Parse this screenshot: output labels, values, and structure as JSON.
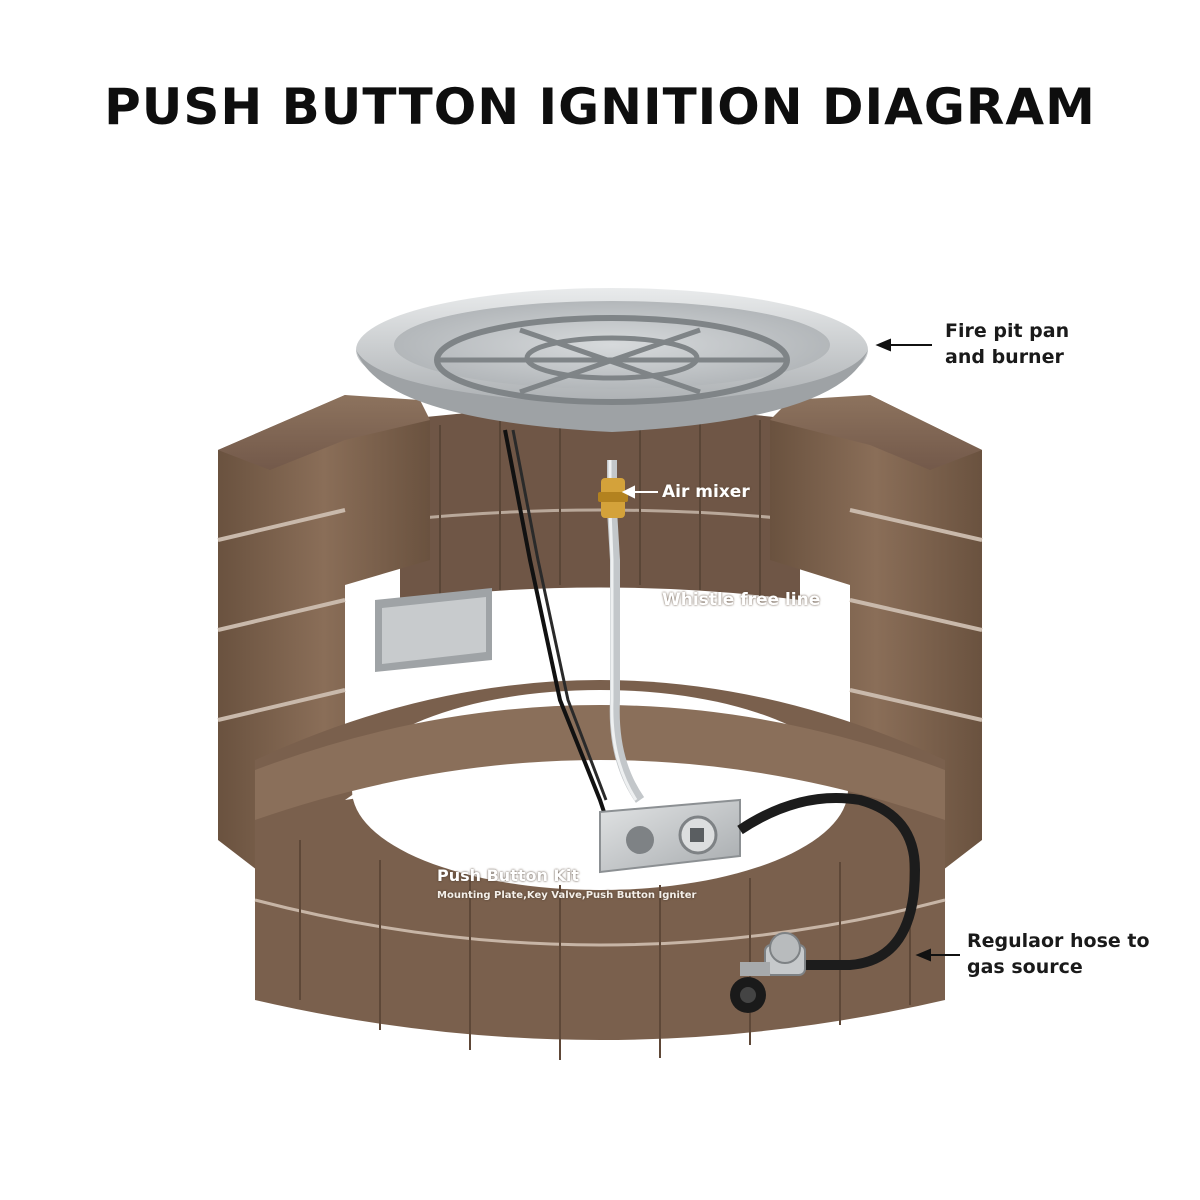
{
  "title": "PUSH BUTTON IGNITION DIAGRAM",
  "labels": {
    "pan_line1": "Fire pit pan",
    "pan_line2": "and burner",
    "air_mixer": "Air mixer",
    "whistle_line": "Whistle free line",
    "kit_title": "Push Button Kit",
    "kit_sub": "Mounting Plate,Key Valve,Push Button Igniter",
    "hose_line1": "Regulaor hose to",
    "hose_line2": "gas source"
  },
  "colors": {
    "brick": "#7d6350",
    "brick_dark": "#5e4838",
    "steel": "#c9cdd0",
    "hose": "#1c1c1c",
    "brass": "#d4a23a"
  }
}
